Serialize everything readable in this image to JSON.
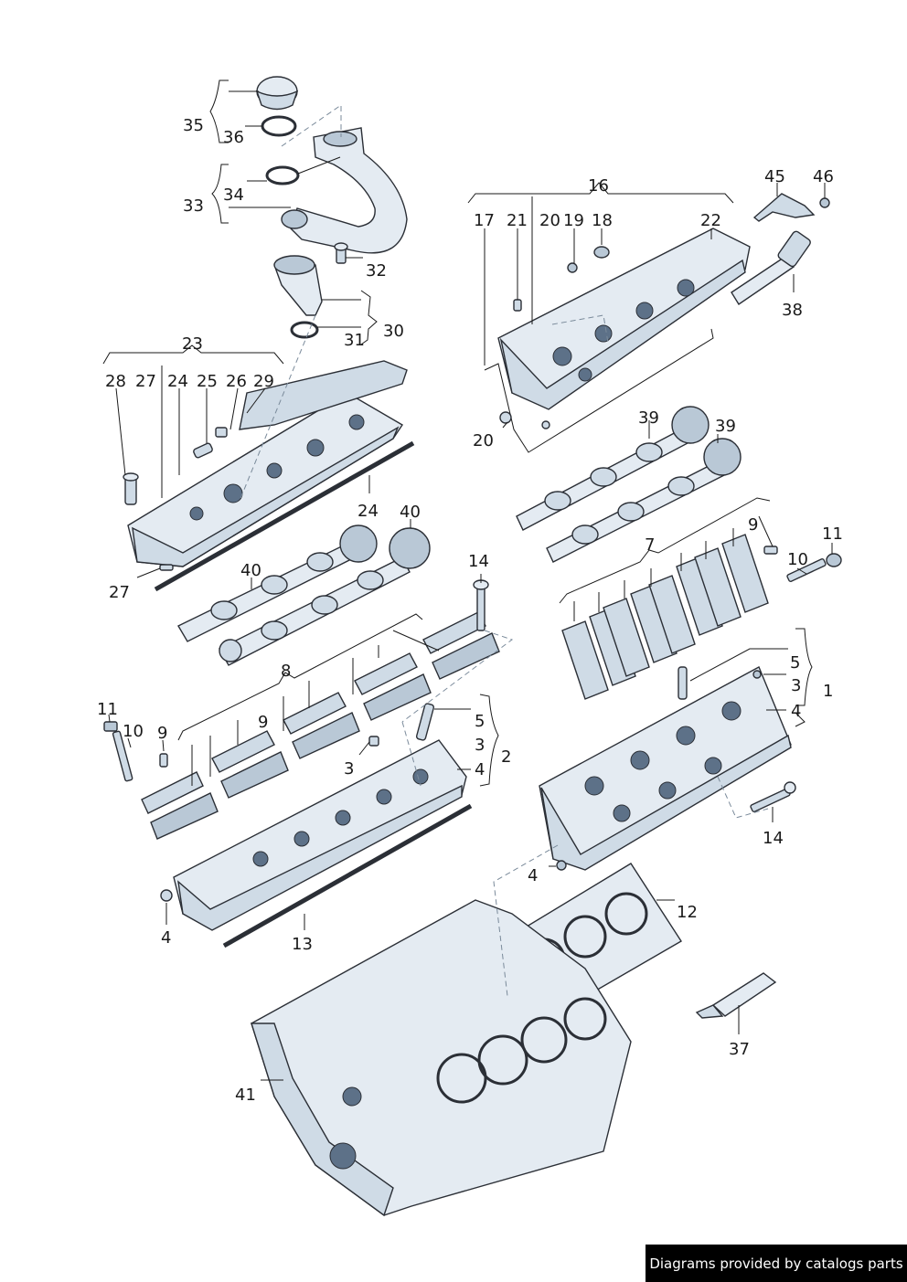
{
  "credit": "Diagrams provided by catalogs parts",
  "labels": {
    "p1": "1",
    "p2": "2",
    "p3a": "3",
    "p3b": "3",
    "p3c": "3",
    "p4a": "4",
    "p4b": "4",
    "p4c": "4",
    "p4d": "4",
    "p5a": "5",
    "p5b": "5",
    "p7": "7",
    "p8": "8",
    "p9a": "9",
    "p9b": "9",
    "p9c": "9",
    "p10a": "10",
    "p10b": "10",
    "p11a": "11",
    "p11b": "11",
    "p12": "12",
    "p13": "13",
    "p14a": "14",
    "p14b": "14",
    "p16": "16",
    "p17": "17",
    "p18": "18",
    "p19": "19",
    "p20a": "20",
    "p20b": "20",
    "p21": "21",
    "p22": "22",
    "p23": "23",
    "p24a": "24",
    "p24b": "24",
    "p25": "25",
    "p26": "26",
    "p27a": "27",
    "p27b": "27",
    "p28": "28",
    "p29": "29",
    "p30": "30",
    "p31": "31",
    "p32": "32",
    "p33": "33",
    "p34": "34",
    "p35": "35",
    "p36": "36",
    "p37": "37",
    "p38": "38",
    "p39a": "39",
    "p39b": "39",
    "p40a": "40",
    "p40b": "40",
    "p41": "41",
    "p45": "45",
    "p46": "46"
  }
}
